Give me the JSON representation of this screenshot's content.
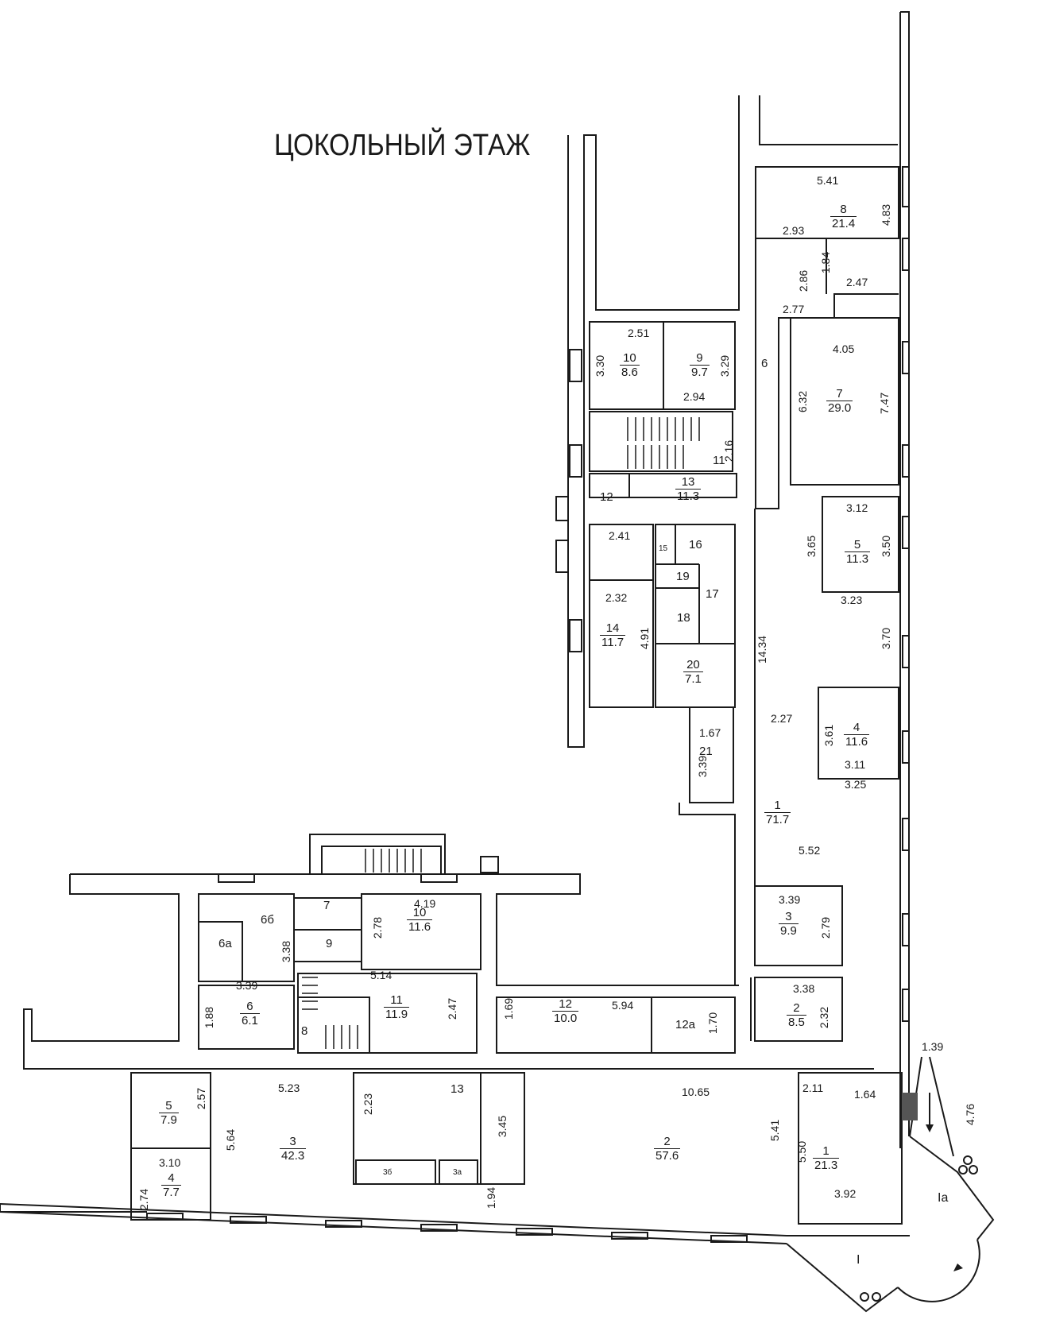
{
  "title": "ЦОКОЛЬНЫЙ ЭТАЖ",
  "rooms_right_wing": [
    {
      "num": "8",
      "area": "21.4"
    },
    {
      "num": "10",
      "area": "8.6"
    },
    {
      "num": "9",
      "area": "9.7"
    },
    {
      "num": "7",
      "area": "29.0"
    },
    {
      "num": "13",
      "area": "11.3"
    },
    {
      "num": "5",
      "area": "11.3"
    },
    {
      "num": "14",
      "area": "11.7"
    },
    {
      "num": "20",
      "area": "7.1"
    },
    {
      "num": "4",
      "area": "11.6"
    },
    {
      "num": "1",
      "area": "71.7"
    },
    {
      "num": "3",
      "area": "9.9"
    },
    {
      "num": "2",
      "area": "8.5"
    }
  ],
  "rooms_lower_wing": [
    {
      "num": "10",
      "area": "11.6"
    },
    {
      "num": "6",
      "area": "6.1"
    },
    {
      "num": "11",
      "area": "11.9"
    },
    {
      "num": "12",
      "area": "10.0"
    },
    {
      "num": "5",
      "area": "7.9"
    },
    {
      "num": "4",
      "area": "7.7"
    },
    {
      "num": "3",
      "area": "42.3"
    },
    {
      "num": "2",
      "area": "57.6"
    },
    {
      "num": "1",
      "area": "21.3"
    }
  ],
  "room_tags": {
    "r6": "6",
    "r11": "11",
    "r12": "12",
    "r15": "15",
    "r16": "16",
    "r19": "19",
    "r17": "17",
    "r18": "18",
    "r21": "21",
    "l6a": "6а",
    "l6b": "6б",
    "l7": "7",
    "l9": "9",
    "l8": "8",
    "l12a": "12а",
    "l13": "13",
    "l3b": "3б",
    "l3a": "3а",
    "ia": "Iа",
    "i": "I"
  },
  "dims": {
    "d541": "5.41",
    "d483": "4.83",
    "d293": "2.93",
    "d184": "1.84",
    "d286": "2.86",
    "d247": "2.47",
    "d277": "2.77",
    "d251": "2.51",
    "d330": "3.30",
    "d329": "3.29",
    "d294": "2.94",
    "d405": "4.05",
    "d632": "6.32",
    "d747": "7.47",
    "d216": "2.16",
    "d312": "3.12",
    "d365": "3.65",
    "d350": "3.50",
    "d241": "2.41",
    "d323": "3.23",
    "d232": "2.32",
    "d491": "4.91",
    "d370": "3.70",
    "d1434": "14.34",
    "d167": "1.67",
    "d227": "2.27",
    "d361": "3.61",
    "d311": "3.11",
    "d339a": "3.39",
    "d325": "3.25",
    "d552": "5.52",
    "d339b": "3.39",
    "d279": "2.79",
    "d338a": "3.38",
    "d232b": "2.32",
    "d139": "1.39",
    "d476": "4.76",
    "d419": "4.19",
    "d278": "2.78",
    "d338b": "3.38",
    "d514": "5.14",
    "d339c": "3.39",
    "d188": "1.88",
    "d247b": "2.47",
    "d169": "1.69",
    "d594": "5.94",
    "d170": "1.70",
    "d257": "2.57",
    "d523": "5.23",
    "d223": "2.23",
    "d345": "3.45",
    "d1065": "10.65",
    "d211": "2.11",
    "d164": "1.64",
    "d564": "5.64",
    "d310": "3.10",
    "d274": "2.74",
    "d194": "1.94",
    "d541b": "5.41",
    "d550": "5.50",
    "d392": "3.92"
  }
}
